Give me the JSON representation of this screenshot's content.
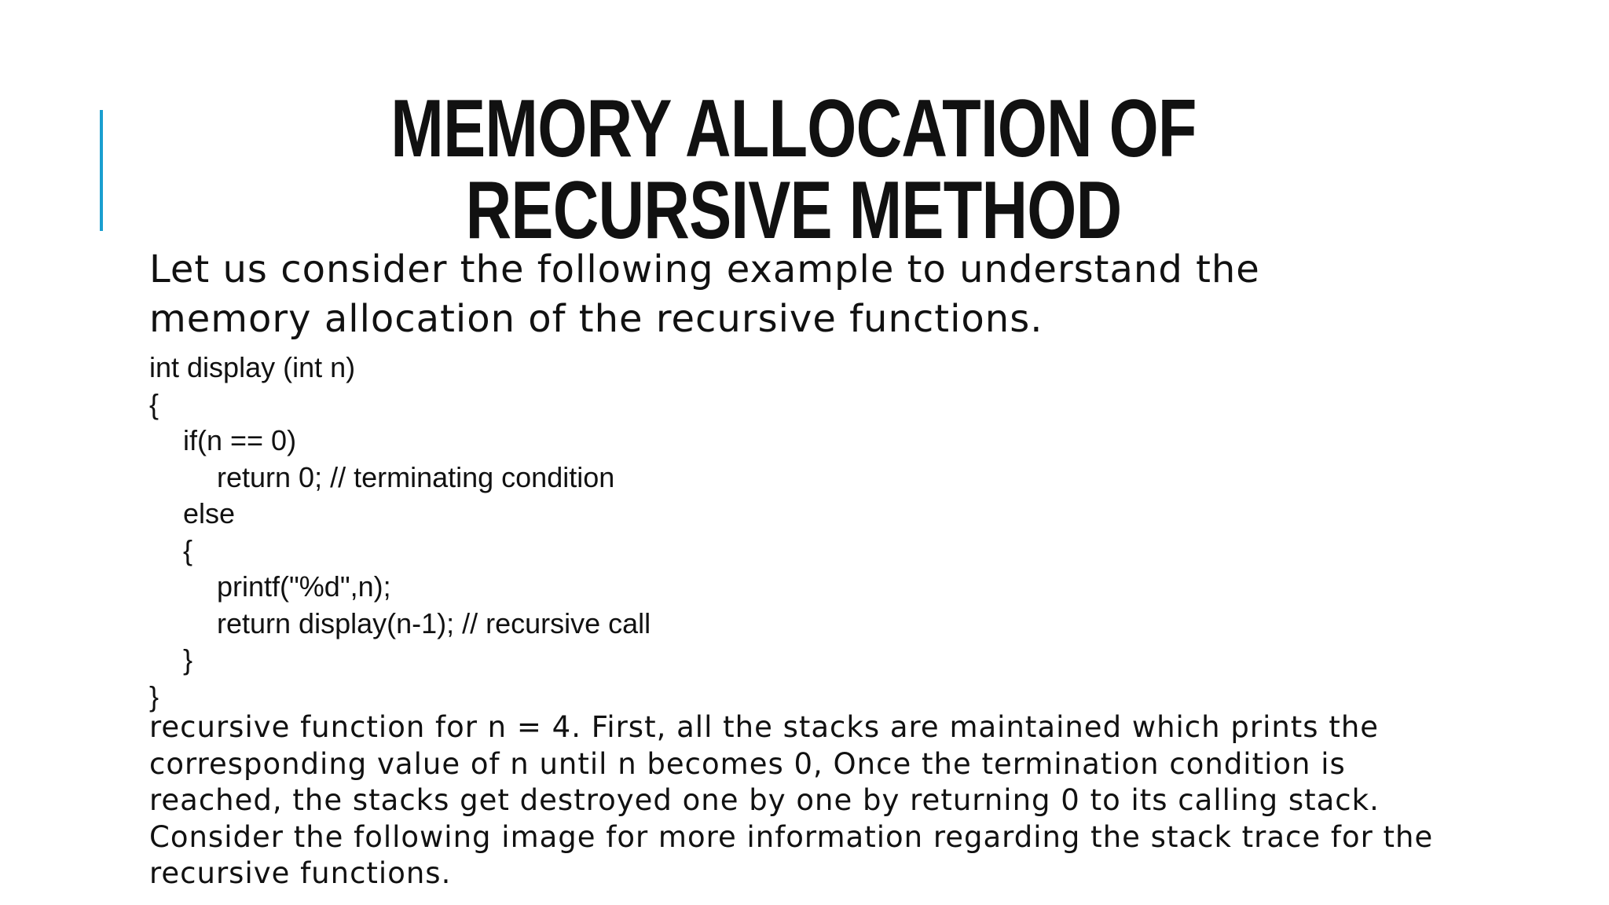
{
  "slide": {
    "accent_color": "#1b9fd0",
    "title_lines": [
      "MEMORY ALLOCATION OF",
      "RECURSIVE METHOD"
    ],
    "intro_lines": [
      "Let us consider the following example to understand the",
      "memory allocation of the recursive functions."
    ],
    "code_lines": [
      "int display (int n)",
      "{",
      "if(n == 0)",
      "return 0; // terminating condition",
      "else",
      "{",
      "printf(\"%d\",n);",
      "return display(n-1); // recursive call",
      "}",
      "}"
    ],
    "explanation_lines": [
      "recursive function for n = 4. First, all the stacks are maintained which prints the",
      "corresponding value of n until n becomes 0, Once the termination condition is",
      "reached, the stacks get destroyed one by one by returning 0 to its calling stack.",
      "Consider the following image for more information regarding the stack trace for the",
      "recursive functions."
    ]
  }
}
